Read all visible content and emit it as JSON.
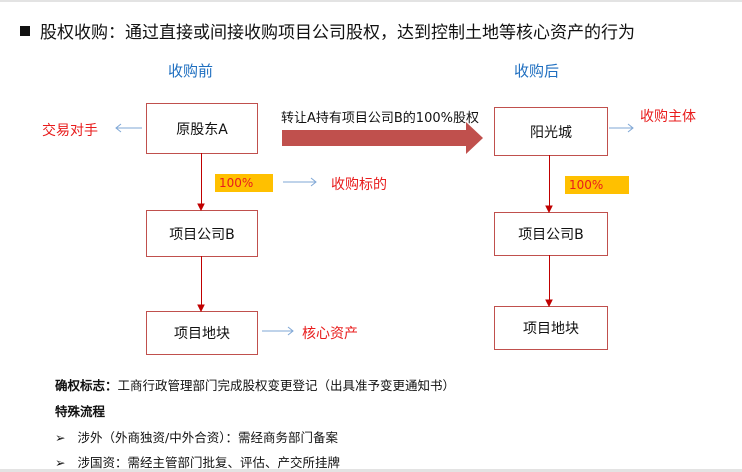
{
  "title": "股权收购：通过直接或间接收购项目公司股权，达到控制土地等核心资产的行为",
  "before": {
    "header": "收购前",
    "shareholder": "原股东A",
    "company": "项目公司B",
    "land": "项目地块",
    "pct": "100%",
    "counterparty": "交易对手",
    "target": "收购标的",
    "core": "核心资产"
  },
  "after": {
    "header": "收购后",
    "acquirer": "阳光城",
    "company": "项目公司B",
    "land": "项目地块",
    "pct": "100%",
    "acquirer_label": "收购主体"
  },
  "transfer": "转让A持有项目公司B的100%股权",
  "notes": {
    "confirm_label": "确权标志：",
    "confirm_text": "工商行政管理部门完成股权变更登记（出具准予变更通知书）",
    "special": "特殊流程",
    "items": [
      {
        "bullet": "➢",
        "text": "涉外（外商独资/中外合资）：需经商务部门备案"
      },
      {
        "bullet": "➢",
        "text": "涉国资：需经主管部门批复、评估、产交所挂牌"
      }
    ]
  }
}
